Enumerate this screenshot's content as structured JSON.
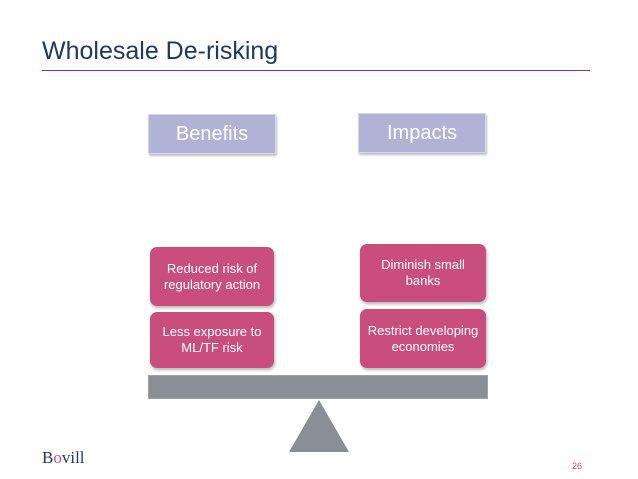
{
  "slide": {
    "title": "Wholesale De-risking",
    "page_number": "26"
  },
  "headers": {
    "benefits": "Benefits",
    "impacts": "Impacts"
  },
  "benefits": [
    "Reduced risk of regulatory action",
    "Less exposure to ML/TF risk"
  ],
  "impacts": [
    "Diminish small banks",
    "Restrict developing economies"
  ],
  "logo": {
    "text": "Bovill"
  },
  "colors": {
    "title": "#1f3864",
    "rule": "#a0287a",
    "header_fill": "#b2b2d6",
    "box_fill": "#c94e7e",
    "beam": "#8a8f96",
    "fulcrum": "#8a8f96"
  }
}
